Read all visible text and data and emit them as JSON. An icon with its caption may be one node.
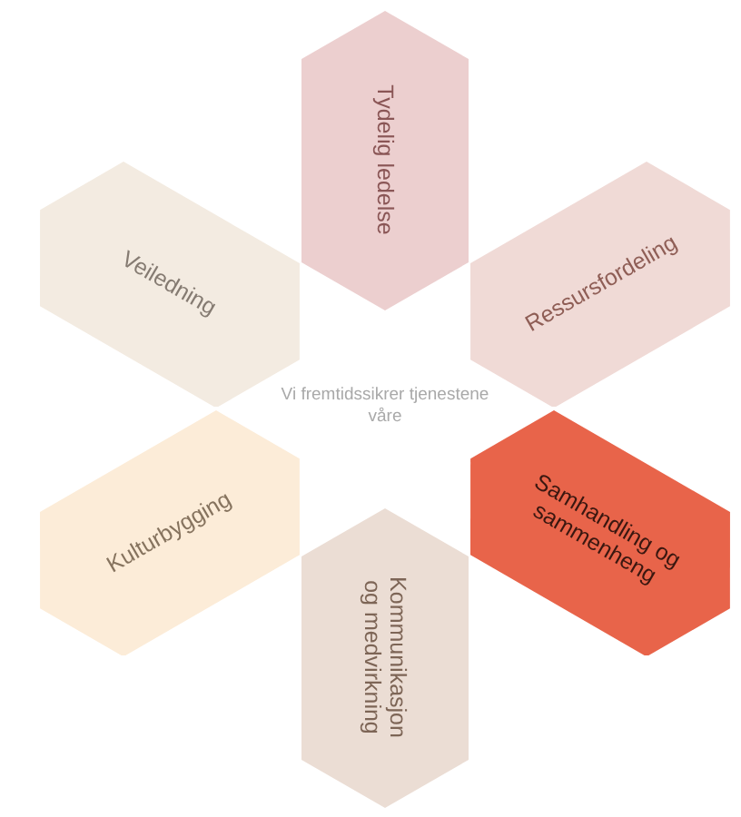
{
  "diagram": {
    "nodes": [
      {
        "text": [
          "Tydelig ledelse"
        ]
      },
      {
        "text": [
          "Ressursfordeling"
        ]
      },
      {
        "text": [
          "Samhandling og sammenheng"
        ]
      },
      {
        "text": [
          "Kommunikasjon og medvirkning"
        ]
      },
      {
        "text": [
          "Kulturbygging"
        ]
      },
      {
        "text": [
          "Veiledning"
        ]
      }
    ],
    "labels": [
      "Vi fremtidssikrer tjenestene våre"
    ]
  }
}
